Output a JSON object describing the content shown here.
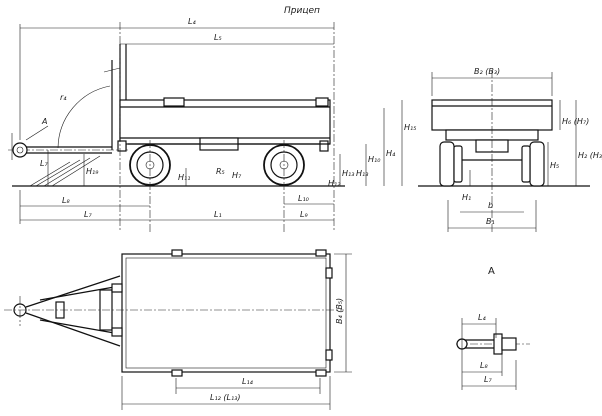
{
  "title": "Прицеп",
  "view_label": "A",
  "detail_label": "A",
  "dims": {
    "L4": "L₄",
    "L5": "L₅",
    "L1": "L₁",
    "L7": "L₇",
    "L8": "L₈",
    "L9": "L₉",
    "L10": "L₁₀",
    "L14": "L₁₄",
    "L12_13": "L₁₂ (L₁₃)",
    "H1": "H₁",
    "H2_3": "H₂ (H₃)",
    "H4": "H₄",
    "H5": "H₅",
    "H6_7": "H₆ (H₇)",
    "H10": "H₁₀",
    "H11": "H₁₁",
    "H12": "H₁₂",
    "H13": "H₁₃",
    "H15": "H₁₅",
    "H19": "H₁₉",
    "HH": "H₇",
    "r4": "r₄",
    "R5": "R₅",
    "B1": "B₁",
    "B2_3": "B₂ (B₃)",
    "B4_5": "B₄ (B₅)",
    "b": "b",
    "detail_L4": "L₄",
    "detail_L8": "L₈",
    "detail_L7": "L₇"
  }
}
